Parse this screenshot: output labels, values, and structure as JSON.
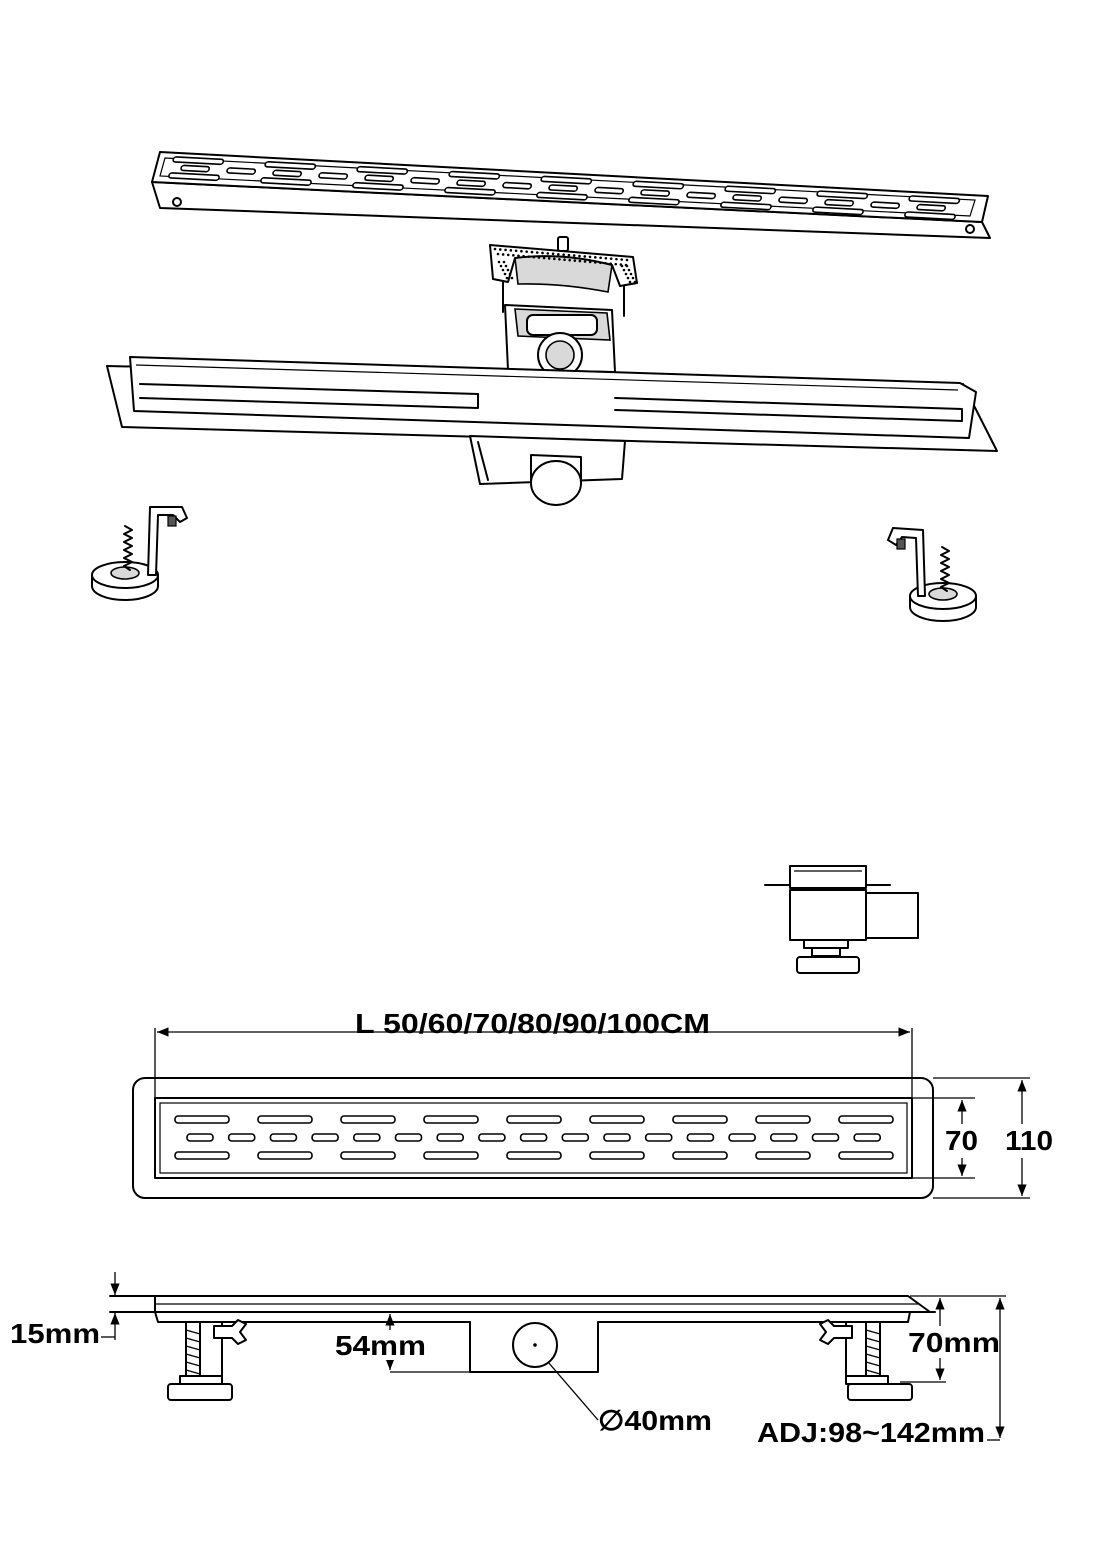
{
  "drawing": {
    "line_color": "#000000",
    "background": "#ffffff"
  },
  "labels": {
    "length": "L 50/60/70/80/90/100CM",
    "inner_width": "70",
    "outer_width": "110",
    "grate_thickness": "15mm",
    "outlet_height": "54mm",
    "body_height": "70mm",
    "outlet_diameter": "∅40mm",
    "adjustable_height": "ADJ:98~142mm"
  }
}
